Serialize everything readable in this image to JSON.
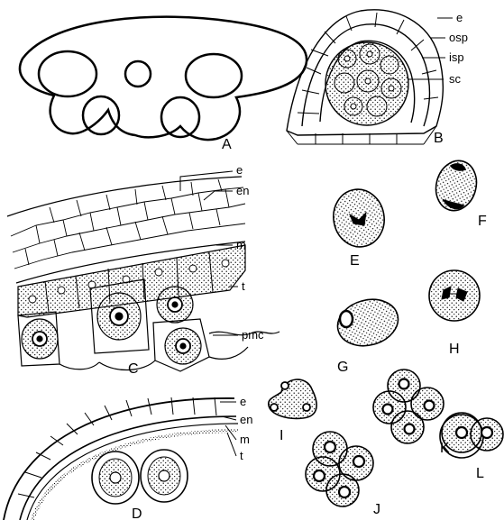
{
  "panels": {
    "A": "A",
    "B": "B",
    "C": "C",
    "D": "D",
    "E": "E",
    "F": "F",
    "G": "G",
    "H": "H",
    "I": "I",
    "J": "J",
    "K": "K",
    "L": "L"
  },
  "panel_B_labels": {
    "e": "e",
    "osp": "osp",
    "isp": "isp",
    "sc": "sc"
  },
  "panel_C_labels": {
    "e": "e",
    "en": "en",
    "m": "m",
    "t": "t",
    "pmc": "pmc"
  },
  "panel_D_labels": {
    "e": "e",
    "en": "en",
    "m": "m",
    "t": "t"
  }
}
